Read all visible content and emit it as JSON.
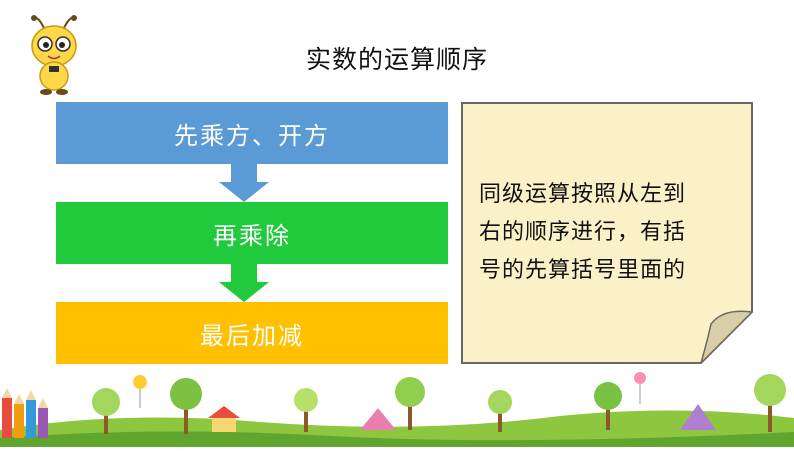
{
  "title": "实数的运算顺序",
  "steps": [
    {
      "label": "先乘方、开方",
      "color": "#5b9bd5"
    },
    {
      "label": "再乘除",
      "color": "#21c93c"
    },
    {
      "label": "最后加减",
      "color": "#ffc000"
    }
  ],
  "arrow_colors": [
    "#5b9bd5",
    "#21c93c"
  ],
  "note": {
    "lines": [
      "同级运算按照从左到",
      "右的顺序进行，有括",
      "号的先算括号里面的"
    ],
    "background": "#fbf1c8",
    "border": "#6b6a60"
  },
  "decorations": {
    "mascot": "cartoon-bee-mascot",
    "footer": "cartoon-landscape-border"
  }
}
